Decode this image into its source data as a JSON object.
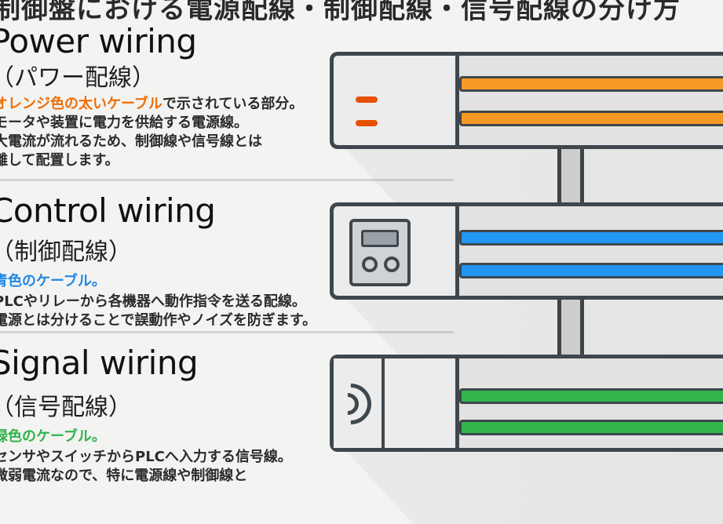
{
  "page": {
    "title": "制御盤における電源配線・制御配線・信号配線の分け方"
  },
  "sections": [
    {
      "id": "power",
      "en_title": "Power wiring",
      "jp_title": "（パワー配線）",
      "lines": [
        {
          "prefix": "",
          "accent": "オレンジ色の太いケーブル",
          "suffix": "で示されている部分。"
        },
        {
          "prefix": "モータや装置に電力を供給する電源線。",
          "accent": "",
          "suffix": ""
        },
        {
          "prefix": "大電流が流れるため、制御線や信号線とは",
          "accent": "",
          "suffix": ""
        },
        {
          "prefix": "離して配置します。",
          "accent": "",
          "suffix": ""
        }
      ]
    },
    {
      "id": "control",
      "en_title": "Control wiring",
      "jp_title": "（制御配線）",
      "lines": [
        {
          "prefix": "",
          "accent": "青色のケーブル。",
          "suffix": ""
        },
        {
          "prefix": "PLCやリレーから各機器へ動作指令を送る配線。",
          "accent": "",
          "suffix": ""
        },
        {
          "prefix": "電源とは分けることで誤動作やノイズを防ぎます。",
          "accent": "",
          "suffix": ""
        }
      ]
    },
    {
      "id": "signal",
      "en_title": "Signal wiring",
      "jp_title": "（信号配線）",
      "lines": [
        {
          "prefix": "",
          "accent": "緑色のケーブル。",
          "suffix": ""
        },
        {
          "prefix": "センサやスイッチからPLCへ入力する信号線。",
          "accent": "",
          "suffix": ""
        },
        {
          "prefix": "微弱電流なので、特に電源線や制御線と",
          "accent": "",
          "suffix": ""
        }
      ]
    }
  ],
  "diagram": {
    "colors": {
      "power": "#f79a25",
      "control": "#2196f3",
      "signal": "#33b54c",
      "outline": "#3f474d",
      "tray": "#e6e6e6",
      "connector": "#d8d8d8",
      "power_stub": "#e65100"
    },
    "icons": {
      "power": "terminal-stubs-icon",
      "control": "control-device-icon",
      "signal": "sensor-wave-icon"
    }
  }
}
